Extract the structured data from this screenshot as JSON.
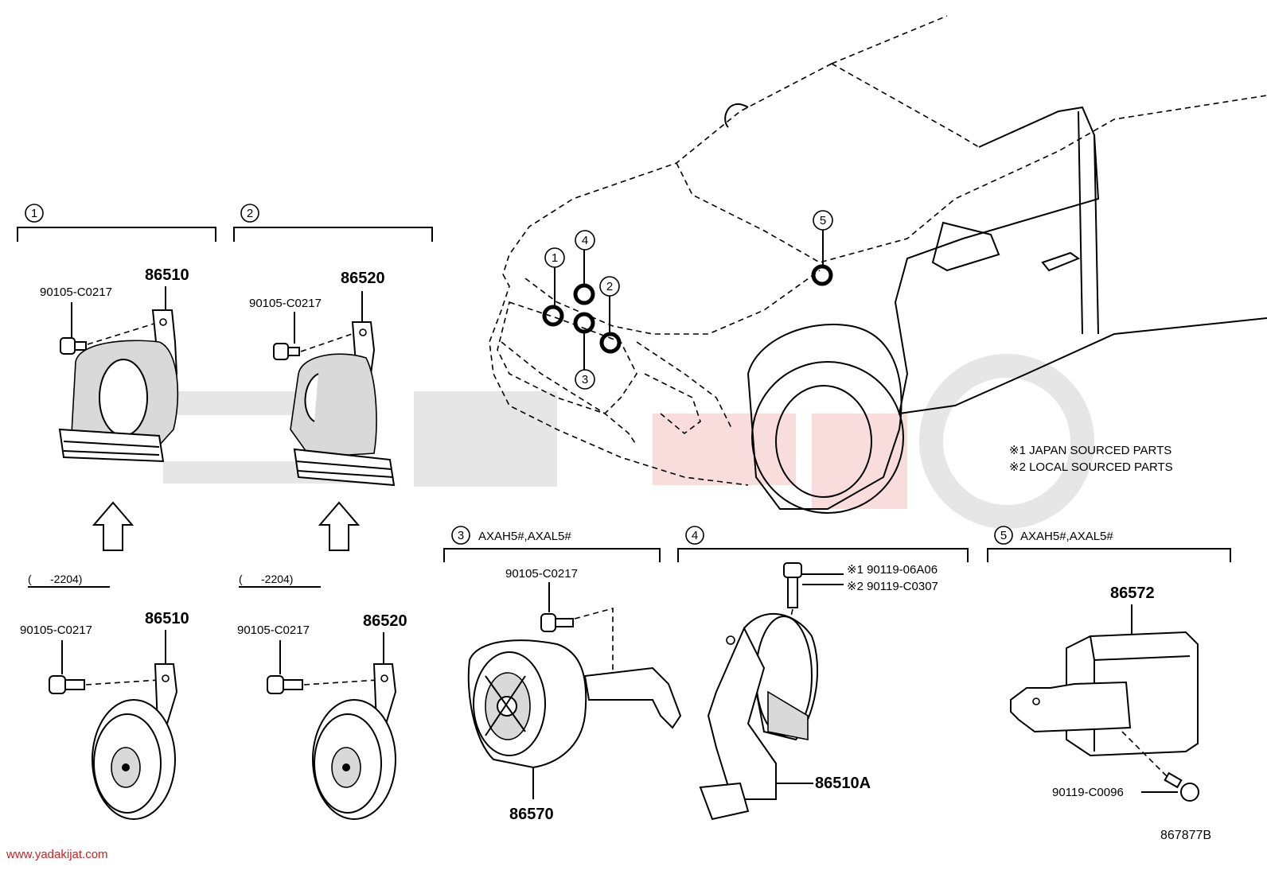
{
  "notes": {
    "n1": "※1 JAPAN SOURCED PARTS",
    "n2": "※2 LOCAL SOURCED PARTS"
  },
  "groups": {
    "g1": {
      "num": "1"
    },
    "g2": {
      "num": "2"
    },
    "g3": {
      "num": "3",
      "label": "AXAH5#,AXAL5#"
    },
    "g4": {
      "num": "4"
    },
    "g5": {
      "num": "5",
      "label": "AXAH5#,AXAL5#"
    }
  },
  "date_ranges": {
    "r1": "(      -2204)",
    "r2": "(      -2204)"
  },
  "parts": {
    "p1_horn": "86510",
    "p1_bolt": "90105-C0217",
    "p2_horn": "86520",
    "p2_bolt": "90105-C0217",
    "p1b_horn": "86510",
    "p1b_bolt": "90105-C0217",
    "p2b_horn": "86520",
    "p2b_bolt": "90105-C0217",
    "p3_bolt": "90105-C0217",
    "p3_part": "86570",
    "p4_bolt1": "※1 90119-06A06",
    "p4_bolt2": "※2 90119-C0307",
    "p4_part": "86510A",
    "p5_part": "86572",
    "p5_bolt": "90119-C0096"
  },
  "car_markers": {
    "m1": "1",
    "m2": "2",
    "m3": "3",
    "m4": "4",
    "m5": "5"
  },
  "footer": {
    "website": "www.yadakijat.com",
    "diagram_id": "867877B"
  }
}
